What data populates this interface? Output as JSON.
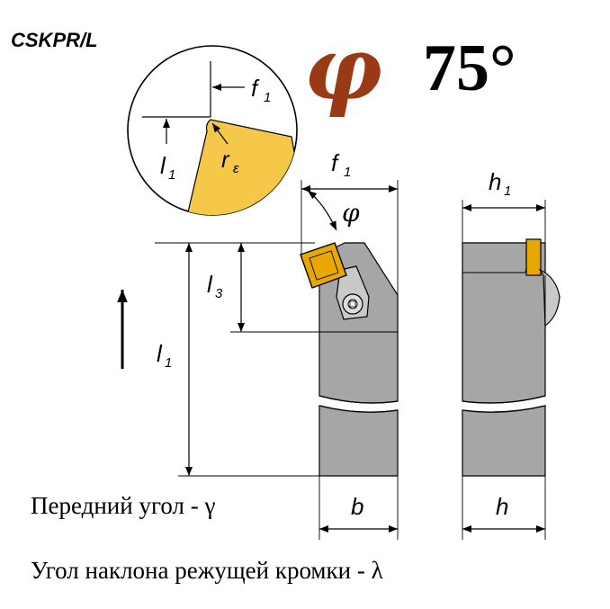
{
  "header": {
    "tool_code": "CSKPR/L",
    "angle_symbol": "φ",
    "angle_value": "75°"
  },
  "detail": {
    "label_f": "f",
    "label_f_sub": "1",
    "label_l": "l",
    "label_l_sub": "1",
    "label_r": "r",
    "label_r_sub": "ε"
  },
  "dimensions": {
    "f1": {
      "main": "f",
      "sub": "1"
    },
    "phi": "φ",
    "h1": {
      "main": "h",
      "sub": "1"
    },
    "l3": {
      "main": "l",
      "sub": "3"
    },
    "l1": {
      "main": "l",
      "sub": "1"
    },
    "b": "b",
    "h": "h"
  },
  "captions": {
    "rake_angle": "Передний угол - γ",
    "inclination_angle": "Угол наклона режущей кромки - λ"
  },
  "colors": {
    "holder_gray": "#a6a6a6",
    "insert_yellow": "#f5c84a",
    "insert_gold": "#e8a800",
    "phi_brown": "#9a3a14"
  }
}
